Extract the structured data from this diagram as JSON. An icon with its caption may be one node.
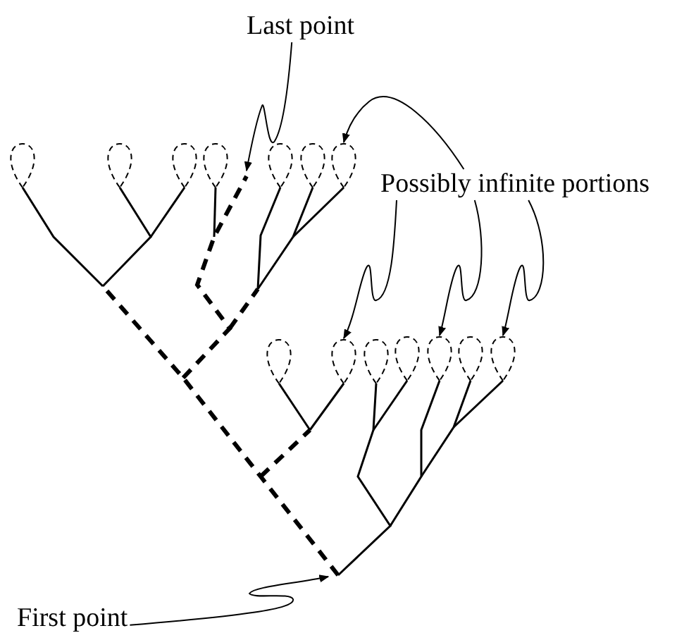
{
  "diagram": {
    "nodes": [
      {
        "text": [
          "Last point"
        ]
      },
      {
        "text": [
          "Possibly infinite portions"
        ]
      },
      {
        "text": [
          "First point"
        ]
      },
      {
        "text": [],
        "shape": "loop"
      },
      {
        "text": [],
        "shape": "loop"
      },
      {
        "text": [],
        "shape": "loop"
      },
      {
        "text": [],
        "shape": "loop"
      }
    ],
    "edges": [
      {
        "from": 0,
        "to": null,
        "arrow": "to"
      },
      {
        "from": 1,
        "to": 3,
        "arrow": "to"
      },
      {
        "from": 1,
        "to": 4,
        "arrow": "to"
      },
      {
        "from": 1,
        "to": 5,
        "arrow": "to"
      },
      {
        "from": 1,
        "to": 6,
        "arrow": "to"
      },
      {
        "from": 2,
        "to": null,
        "arrow": "to"
      }
    ]
  }
}
